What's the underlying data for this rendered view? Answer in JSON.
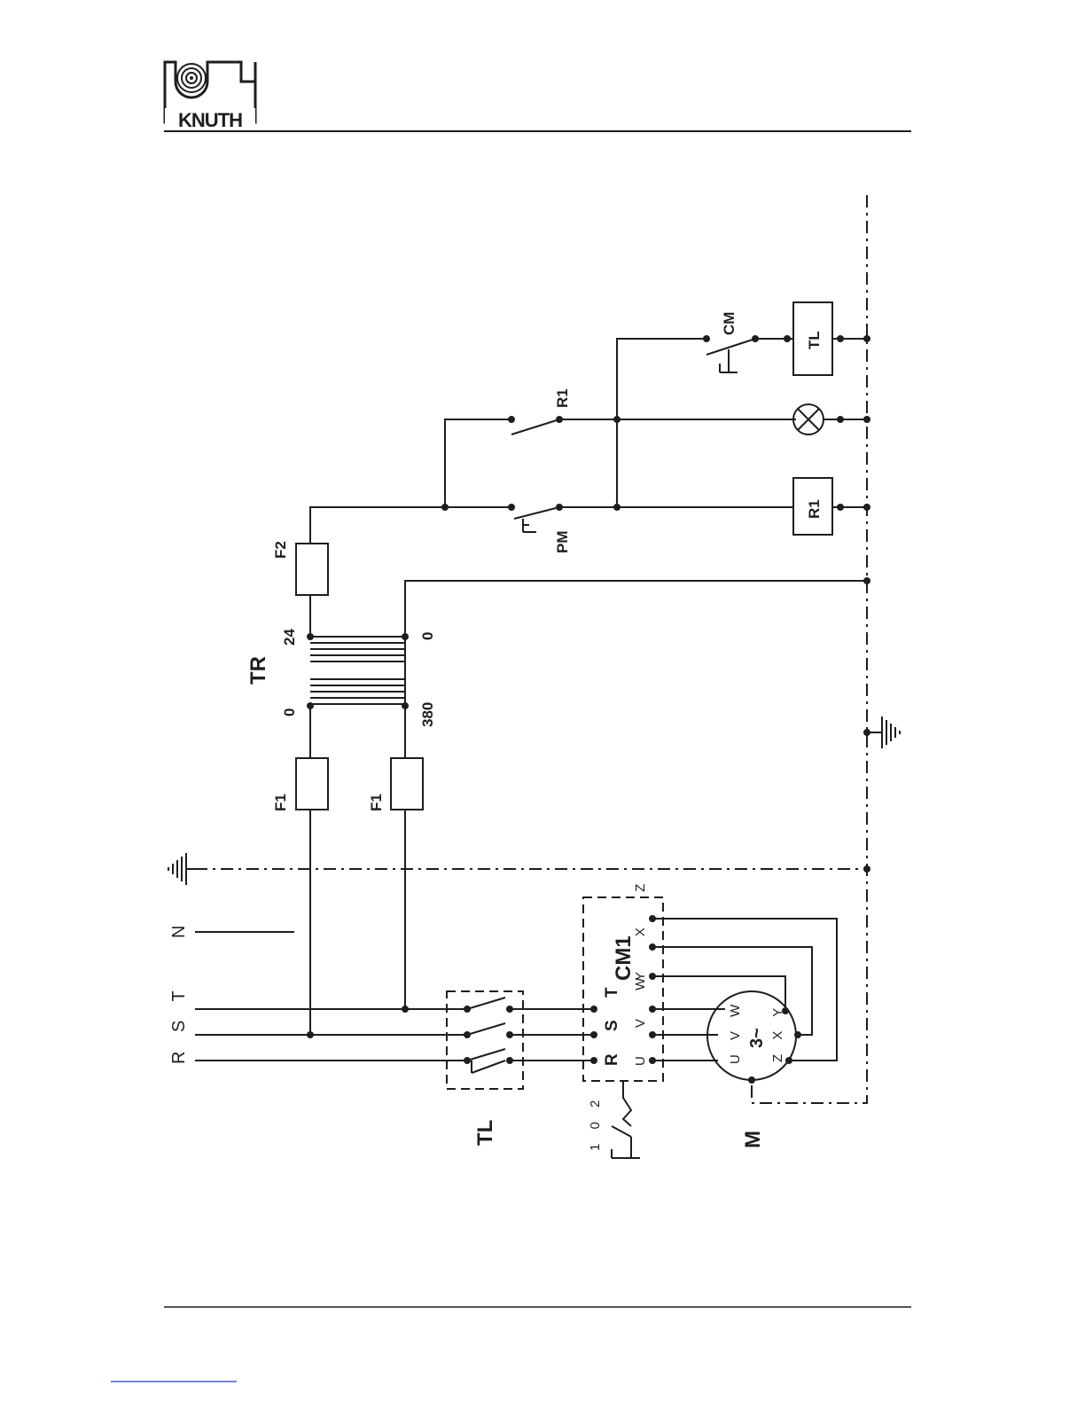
{
  "header": {
    "logo_text": "KNUTH"
  },
  "diagram": {
    "supply": {
      "phases": "R S T",
      "neutral": "N"
    },
    "fuse_primary": "F1",
    "fuse_secondary": "F2",
    "transformer": {
      "name": "TR",
      "tap_primary_0": "0",
      "tap_primary_380": "380",
      "tap_secondary_24": "24",
      "tap_secondary_0": "0"
    },
    "switch_tl": "TL",
    "contactor": {
      "name": "CM1",
      "in_terminals": "R S T",
      "out_terminals": "U V W",
      "star_terminals": "Y X Z"
    },
    "selector": {
      "positions": "1 0 2"
    },
    "motor": {
      "name": "M",
      "symbol": "3~",
      "terms_uvw": "U V W",
      "terms_zxy": "Z X Y"
    },
    "pm": "PM",
    "r1_contact": "R1",
    "cm_contact": "CM",
    "r1_coil": "R1",
    "tl_coil": "TL"
  }
}
